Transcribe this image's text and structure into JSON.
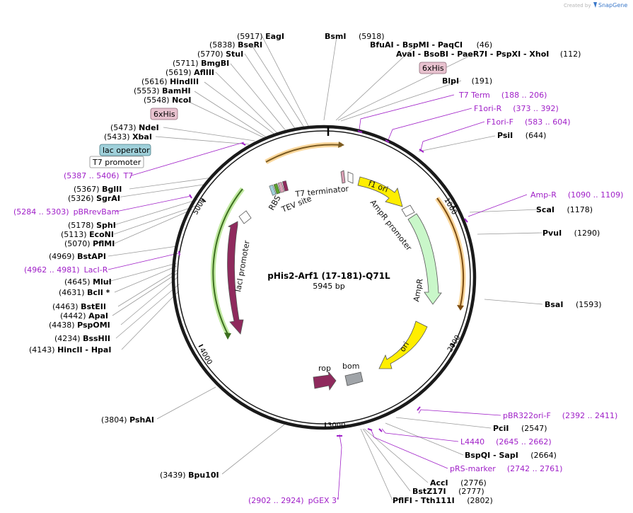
{
  "brand": {
    "created_by": "Created by",
    "product": "SnapGene"
  },
  "map": {
    "name": "pHis2-Arf1 (17-181)-Q71L",
    "length": "5945 bp"
  },
  "ticks": [
    "1000",
    "2000",
    "3000",
    "4000",
    "5000"
  ],
  "sites": {
    "eagI": {
      "pos": "(5917)",
      "name": "EagI"
    },
    "bsmI": {
      "name": "BsmI",
      "pos": "(5918)"
    },
    "bseRI": {
      "pos": "(5838)",
      "name": "BseRI"
    },
    "bfuAI": {
      "text": "BfuAI  - BspMI  - PaqCI",
      "pos": "(46)"
    },
    "stuI": {
      "pos": "(5770)",
      "name": "StuI"
    },
    "avaI": {
      "text": "AvaI  - BsoBI  - PaeR7I  - PspXI  - XhoI",
      "pos": "(112)"
    },
    "bmgBI": {
      "pos": "(5711)",
      "name": "BmgBI"
    },
    "aflIII": {
      "pos": "(5619)",
      "name": "AflIII"
    },
    "blpI": {
      "name": "BlpI",
      "pos": "(191)"
    },
    "hindIII": {
      "pos": "(5616)",
      "name": "HindIII"
    },
    "bamHI": {
      "pos": "(5553)",
      "name": "BamHI"
    },
    "ncoI": {
      "pos": "(5548)",
      "name": "NcoI"
    },
    "ndeI": {
      "pos": "(5473)",
      "name": "NdeI"
    },
    "xbaI": {
      "pos": "(5433)",
      "name": "XbaI"
    },
    "psiI": {
      "name": "PsiI",
      "pos": "(644)"
    },
    "bglII": {
      "pos": "(5367)",
      "name": "BglII"
    },
    "sgrAI": {
      "pos": "(5326)",
      "name": "SgrAI"
    },
    "scaI": {
      "name": "ScaI",
      "pos": "(1178)"
    },
    "pvuI": {
      "name": "PvuI",
      "pos": "(1290)"
    },
    "sphI": {
      "pos": "(5178)",
      "name": "SphI"
    },
    "ecoNI": {
      "pos": "(5113)",
      "name": "EcoNI"
    },
    "pflMI": {
      "pos": "(5070)",
      "name": "PflMI"
    },
    "bstAPI": {
      "pos": "(4969)",
      "name": "BstAPI"
    },
    "mluI": {
      "pos": "(4645)",
      "name": "MluI"
    },
    "bclI": {
      "pos": "(4631)",
      "name": "BclI *"
    },
    "bsaI": {
      "name": "BsaI",
      "pos": "(1593)"
    },
    "bstEII": {
      "pos": "(4463)",
      "name": "BstEII"
    },
    "apaI": {
      "pos": "(4442)",
      "name": "ApaI"
    },
    "pspOMI": {
      "pos": "(4438)",
      "name": "PspOMI"
    },
    "bssHII": {
      "pos": "(4234)",
      "name": "BssHII"
    },
    "hincII": {
      "pos": "(4143)",
      "text": "HincII  - HpaI"
    },
    "pshAI": {
      "pos": "(3804)",
      "name": "PshAI"
    },
    "pciI": {
      "name": "PciI",
      "pos": "(2547)"
    },
    "bspQI": {
      "text": "BspQI  - SapI",
      "pos": "(2664)"
    },
    "bpu10I": {
      "pos": "(3439)",
      "name": "Bpu10I"
    },
    "accI": {
      "name": "AccI",
      "pos": "(2776)"
    },
    "bstZ17I": {
      "name": "BstZ17I",
      "pos": "(2777)"
    },
    "pflFI": {
      "text": "PflFI  - Tth111I",
      "pos": "(2802)"
    }
  },
  "primers": {
    "t7term": {
      "name": "T7 Term",
      "range": "(188 .. 206)"
    },
    "f1oriR": {
      "name": "F1ori-R",
      "range": "(373 .. 392)"
    },
    "f1oriF": {
      "name": "F1ori-F",
      "range": "(583 .. 604)"
    },
    "ampR": {
      "name": "Amp-R",
      "range": "(1090 .. 1109)"
    },
    "t7": {
      "range": "(5387 .. 5406)",
      "name": "T7"
    },
    "pBRrevBam": {
      "range": "(5284 .. 5303)",
      "name": "pBRrevBam"
    },
    "lacIR": {
      "range": "(4962 .. 4981)",
      "name": "LacI-R"
    },
    "pBR322oriF": {
      "name": "pBR322ori-F",
      "range": "(2392 .. 2411)"
    },
    "l4440": {
      "name": "L4440",
      "range": "(2645 .. 2662)"
    },
    "pRSmarker": {
      "name": "pRS-marker",
      "range": "(2742 .. 2761)"
    },
    "pGEX3": {
      "range": "(2902 .. 2924)",
      "name": "pGEX 3'"
    }
  },
  "boxes": {
    "his_top": "6xHis",
    "his_left": "6xHis",
    "lac_operator": "lac operator",
    "t7_promoter": "T7 promoter"
  },
  "features": {
    "t7_terminator": "T7 terminator",
    "f1_ori": "f1 ori",
    "ampR_promoter": "AmpR promoter",
    "ampR": "AmpR",
    "ori": "ori",
    "rop": "rop",
    "bom": "bom",
    "lacI": "lacI",
    "lacI_promoter": "lacI promoter",
    "rbs": "RBS",
    "tev_site": "TEV site"
  },
  "colors": {
    "backbone": "#1a1a1a",
    "primer": "#a020c8",
    "leader": "#9a9a9a",
    "yellow": "#ffee00",
    "green_light": "#c9f7c9",
    "maroon": "#8f2a5d",
    "orange": "#f5a623",
    "green_dark": "#5aa02c",
    "grey": "#a0a4a8",
    "his_box": "#e8c2cf",
    "lac_box": "#9fd0da"
  }
}
